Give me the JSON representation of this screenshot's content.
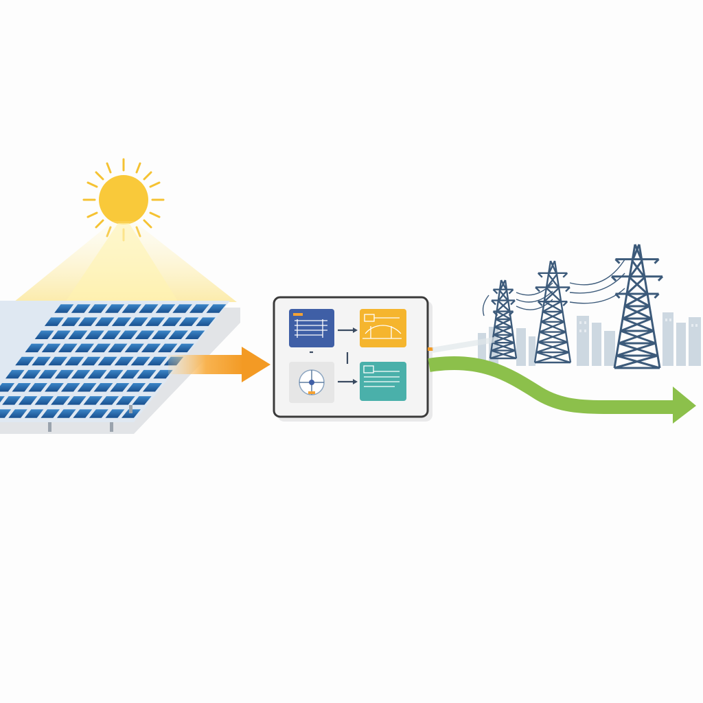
{
  "diagram": {
    "stages": [
      {
        "id": "solar-array",
        "icon": "solar-panel-icon"
      },
      {
        "id": "power-conversion-unit",
        "icon": "inverter-icon"
      },
      {
        "id": "grid",
        "icon": "transmission-tower-icon"
      }
    ],
    "flows": [
      {
        "from": "solar-array",
        "to": "power-conversion-unit",
        "color": "#f5a234"
      },
      {
        "from": "power-conversion-unit",
        "to": "grid",
        "color": "#8cc04b"
      }
    ],
    "converter_modules": [
      {
        "position": "top-left",
        "color": "#3f5fa6"
      },
      {
        "position": "top-right",
        "color": "#f5b52e"
      },
      {
        "position": "bottom-left",
        "color": "#e6e6e6"
      },
      {
        "position": "bottom-right",
        "color": "#4ab0aa"
      }
    ],
    "colors": {
      "sun": "#f9c93a",
      "panel": "#1f5ea8",
      "tower": "#3c5a7a",
      "city": "#c8d4de",
      "converter_frame": "#3a3a3a"
    }
  }
}
